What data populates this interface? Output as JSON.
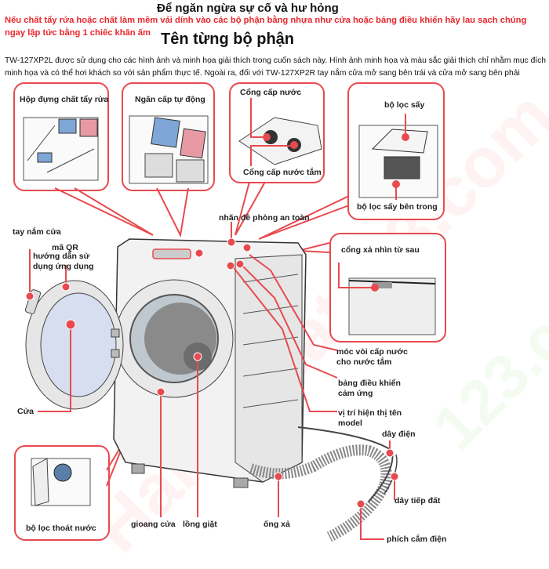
{
  "header": {
    "title": "Để ngăn ngừa sự cố và hư hỏng",
    "warning": "Nếu chất tẩy rửa hoặc chất làm mềm vải dính vào các bộ phận bằng nhựa như cửa hoặc bảng điều khiển hãy lau sạch chúng ngay lập tức bằng 1 chiếc khăn ấm",
    "section_title": "Tên từng bộ phận",
    "intro": "TW-127XP2L được sử dụng cho các hình ảnh và minh họa giải thích trong cuốn sách này. Hình ảnh minh họa và màu sắc giải thích chỉ nhằm mục đích minh họa và có thể hơi khách so với sản phẩm thực tế. Ngoài ra, đối với TW-127XP2R tay nắm cửa mở sang bên trái và cửa mở sang bên phải"
  },
  "callouts": {
    "detergent_box": "Hộp đựng chất tẩy rửa",
    "auto_dispenser": "Ngăn cấp tự động",
    "water_inlet": "Cổng cấp nước",
    "bath_water_inlet": "Cổng cấp nước tắm",
    "dryer_filter": "bộ lọc sấy",
    "inner_dryer_filter": "bộ lọc sấy bên trong",
    "rear_exhaust": "cổng xả nhìn từ sau",
    "drain_filter": "bộ lọc thoát nước"
  },
  "labels": {
    "safety_label": "nhãn đề phòng an toàn",
    "door_handle": "tay nắm cửa",
    "qr_code": "mã QR",
    "app_guide": "hướng dẫn sử dụng ứng dụng",
    "door": "Cửa",
    "bath_hose_hook": "móc vòi cấp nước cho nước tắm",
    "touch_panel": "bảng điều khiển cảm ứng",
    "model_position": "vị trí hiện thị tên model",
    "power_cord": "dây điện",
    "ground_wire": "dây tiếp đất",
    "power_plug": "phích cắm điện",
    "drain_hose": "ống xả",
    "door_gasket": "gioang cửa",
    "drum": "lồng giặt"
  },
  "colors": {
    "accent": "#e84a4f",
    "warning_text": "#e8262b",
    "blue_lid": "#7ea6d6",
    "pink_lid": "#e79aa4"
  },
  "watermark": "HangNhat123.com"
}
